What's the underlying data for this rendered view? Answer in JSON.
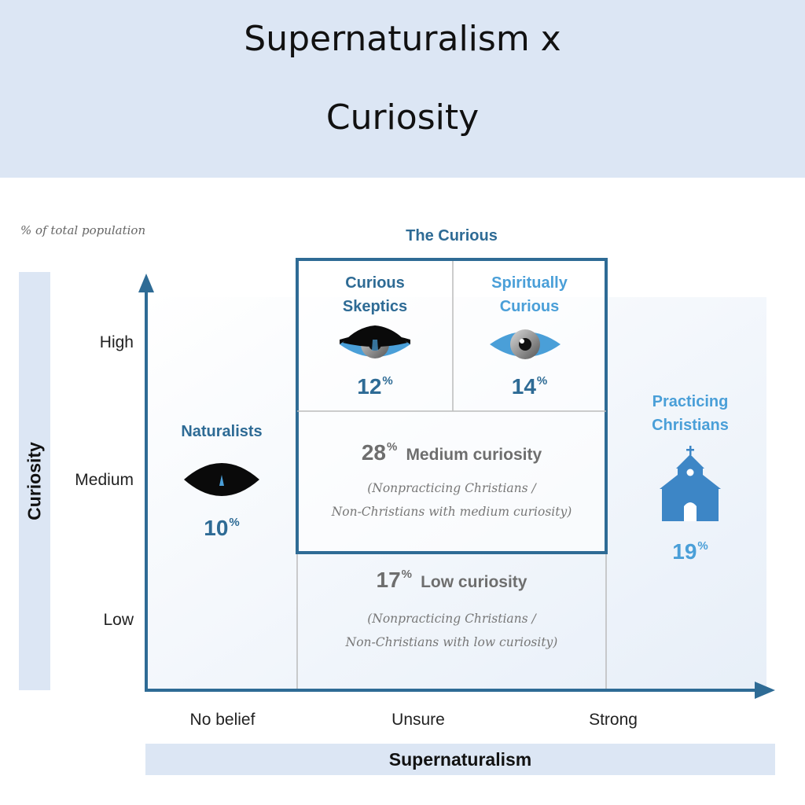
{
  "title": {
    "line1": "Supernaturalism x",
    "line2": "Curiosity"
  },
  "footnote": "% of total population",
  "axes": {
    "y_title": "Curiosity",
    "y_ticks": [
      "High",
      "Medium",
      "Low"
    ],
    "x_title": "Supernaturalism",
    "x_ticks": [
      "No belief",
      "Unsure",
      "Strong"
    ]
  },
  "group_label": "The Curious",
  "segments": {
    "naturalists": {
      "label": "Naturalists",
      "value": 10,
      "icon": "closed-eye-icon"
    },
    "curious_skeptics": {
      "label_line1": "Curious",
      "label_line2": "Skeptics",
      "value": 12,
      "icon": "half-closed-eye-icon"
    },
    "spiritually_curious": {
      "label_line1": "Spiritually",
      "label_line2": "Curious",
      "value": 14,
      "icon": "open-eye-icon"
    },
    "medium_curiosity": {
      "label": "Medium curiosity",
      "value": 28,
      "note_line1": "(Nonpracticing Christians /",
      "note_line2": "Non-Christians with medium curiosity)"
    },
    "low_curiosity": {
      "label": "Low curiosity",
      "value": 17,
      "note_line1": "(Nonpracticing Christians /",
      "note_line2": "Non-Christians with low curiosity)"
    },
    "practicing_christians": {
      "label_line1": "Practicing",
      "label_line2": "Christians",
      "value": 19,
      "icon": "church-icon"
    }
  },
  "percent_sign": "%",
  "colors": {
    "dark_blue": "#2e6b95",
    "light_blue": "#4a9fd8",
    "header_bg": "#dce6f4",
    "grey_text": "#6e6e6e"
  }
}
